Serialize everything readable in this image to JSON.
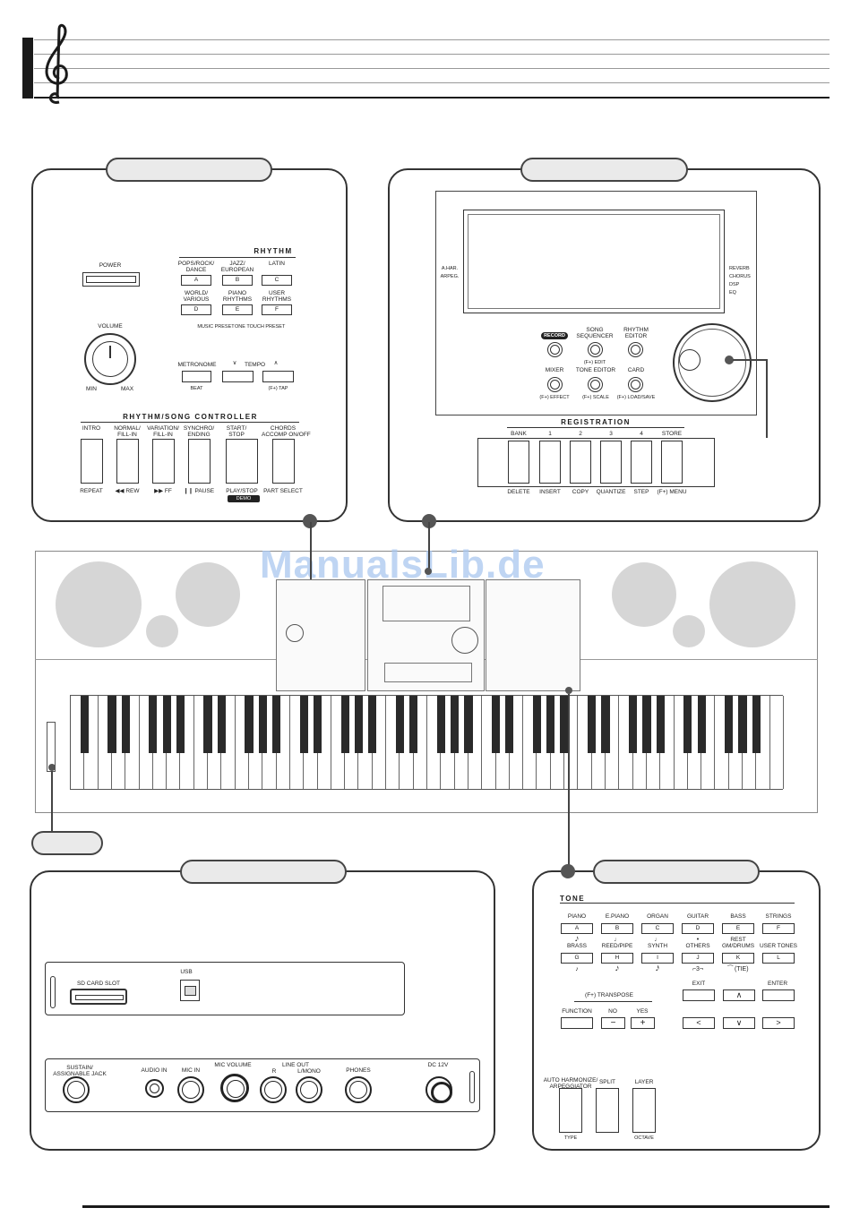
{
  "watermark": "ManualsLib.de",
  "rhythm_panel": {
    "power_label": "POWER",
    "volume_label": "VOLUME",
    "volume_min": "MIN",
    "volume_max": "MAX",
    "rhythm_title": "RHYTHM",
    "rhythm_buttons": [
      {
        "name": "POPS/ROCK/\nDANCE",
        "key": "A"
      },
      {
        "name": "JAZZ/\nEUROPEAN",
        "key": "B"
      },
      {
        "name": "LATIN",
        "key": "C"
      },
      {
        "name": "WORLD/\nVARIOUS",
        "key": "D"
      },
      {
        "name": "PIANO\nRHYTHMS",
        "key": "E"
      },
      {
        "name": "USER\nRHYTHMS",
        "key": "F"
      }
    ],
    "music_preset": "MUSIC PRESET",
    "one_touch_preset": "ONE TOUCH PRESET",
    "metronome_label": "METRONOME",
    "beat_label": "BEAT",
    "tempo_label": "TEMPO",
    "tempo_down": "∨",
    "tempo_up": "∧",
    "tap_label": "(F+) TAP",
    "controller_title": "RHYTHM/SONG CONTROLLER",
    "controller_buttons": [
      {
        "top": "INTRO",
        "bottom": "REPEAT"
      },
      {
        "top": "NORMAL/\nFILL-IN",
        "bottom": "◀◀ REW"
      },
      {
        "top": "VARIATION/\nFILL-IN",
        "bottom": "▶▶ FF"
      },
      {
        "top": "SYNCHRO/\nENDING",
        "bottom": "❙❙ PAUSE"
      },
      {
        "top": "START/\nSTOP",
        "bottom": "PLAY/STOP"
      },
      {
        "top": "CHORDS\nACCOMP ON/OFF",
        "bottom": "PART SELECT"
      }
    ],
    "play_symbol": "▶/■",
    "demo_label": "DEMO"
  },
  "display_panel": {
    "left_labels": "A.HAR.\nARPEG.",
    "right_labels": "REVERB\nCHORUS\nDSP\nEQ",
    "record_label": "RECORD",
    "song_sequencer_label": "SONG\nSEQUENCER",
    "edit_label": "(F+) EDIT",
    "rhythm_editor_label": "RHYTHM\nEDITOR",
    "mixer_label": "MIXER",
    "effect_label": "(F+) EFFECT",
    "tone_editor_label": "TONE EDITOR",
    "scale_label": "(F+) SCALE",
    "card_label": "CARD",
    "load_save_label": "(F+) LOAD/SAVE",
    "registration_title": "REGISTRATION",
    "registration_top": [
      "BANK",
      "1",
      "2",
      "3",
      "4",
      "STORE"
    ],
    "registration_bottom": [
      "DELETE",
      "INSERT",
      "COPY",
      "QUANTIZE",
      "STEP",
      "(F+) MENU"
    ]
  },
  "rear_panel": {
    "sd_label": "SD CARD SLOT",
    "usb_label": "USB",
    "sustain_label": "SUSTAIN/\nASSIGNABLE JACK",
    "audio_in_label": "AUDIO IN",
    "mic_in_label": "MIC IN",
    "mic_volume_label": "MIC VOLUME",
    "line_out_label": "LINE OUT",
    "r_label": "R",
    "l_mono_label": "L/MONO",
    "phones_label": "PHONES",
    "dc_label": "DC 12V"
  },
  "tone_panel": {
    "tone_title": "TONE",
    "row1": [
      {
        "name": "PIANO",
        "key": "A",
        "sub": "𝅘𝅥𝅯"
      },
      {
        "name": "E.PIANO",
        "key": "B",
        "sub": "♩"
      },
      {
        "name": "ORGAN",
        "key": "C",
        "sub": "♩"
      },
      {
        "name": "GUITAR",
        "key": "D",
        "sub": "•"
      },
      {
        "name": "BASS",
        "key": "E",
        "sub": ""
      },
      {
        "name": "STRINGS",
        "key": "F",
        "sub": ""
      }
    ],
    "row2": [
      {
        "name": "BRASS",
        "key": "G",
        "sub": "♪"
      },
      {
        "name": "REED/PIPE",
        "key": "H",
        "sub": "𝅘𝅥𝅯"
      },
      {
        "name": "SYNTH",
        "key": "I",
        "sub": "𝅘𝅥𝅰"
      },
      {
        "name": "OTHERS",
        "key": "J",
        "sub": "⌐3¬"
      },
      {
        "name": "REST\nGM/DRUMS",
        "key": "K",
        "sub": "⁀ (TIE)"
      },
      {
        "name": "USER TONES",
        "key": "L",
        "sub": ""
      }
    ],
    "transpose_label": "(F+) TRANSPOSE",
    "function_label": "FUNCTION",
    "no_label": "NO",
    "yes_label": "YES",
    "minus_label": "−",
    "plus_label": "+",
    "exit_label": "EXIT",
    "enter_label": "ENTER",
    "up_arrow": "∧",
    "down_arrow": "∨",
    "left_arrow": "<",
    "right_arrow": ">",
    "auto_harmonize_label": "AUTO HARMONIZE/\nARPEGGIATOR",
    "type_label": "TYPE",
    "split_label": "SPLIT",
    "layer_label": "LAYER",
    "octave_label": "OCTAVE"
  }
}
